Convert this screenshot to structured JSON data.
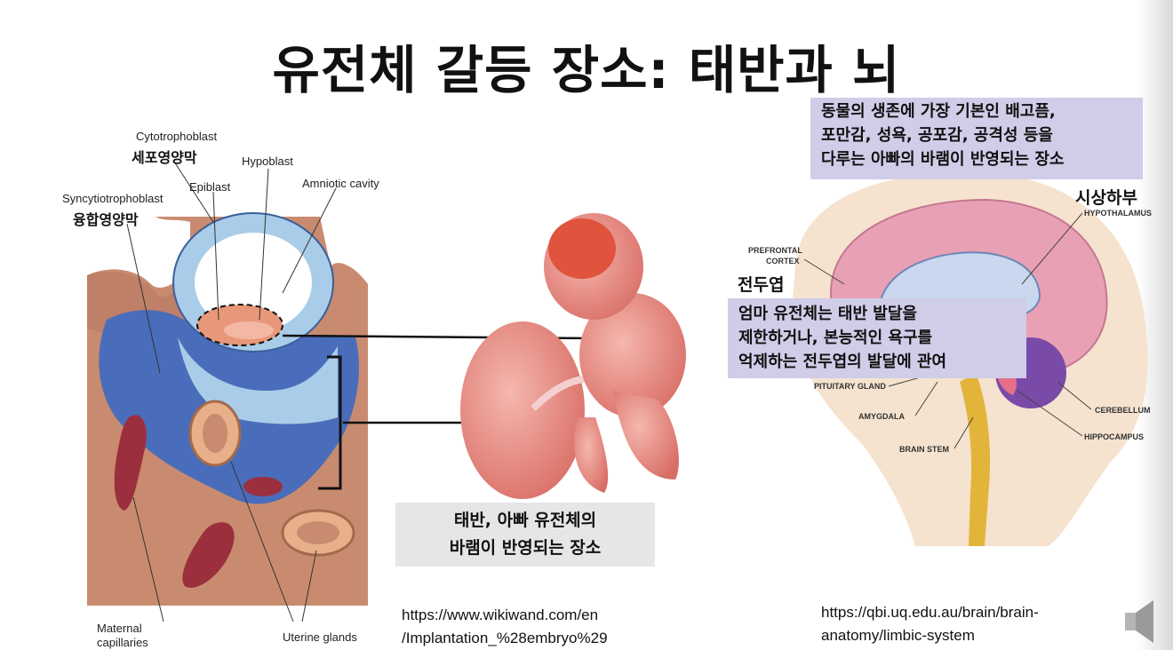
{
  "title": "유전체 갈등 장소: 태반과 뇌",
  "left_figure": {
    "labels": {
      "cytotrophoblast": "Cytotrophoblast",
      "cytotrophoblast_ko": "세포영양막",
      "hypoblast": "Hypoblast",
      "epiblast": "Epiblast",
      "amniotic_cavity": "Amniotic cavity",
      "syncytiotrophoblast": "Syncytiotrophoblast",
      "syncytiotrophoblast_ko": "융합영양막",
      "maternal_capillaries_1": "Maternal",
      "maternal_capillaries_2": "capillaries",
      "uterine_glands": "Uterine glands"
    },
    "source_line1": "https://www.wikiwand.com/en",
    "source_line2": "/Implantation_%28embryo%29"
  },
  "placenta_box": {
    "line1": "태반, 아빠 유전체의",
    "line2": "바램이 반영되는 장소"
  },
  "brain_figure": {
    "top_box": {
      "line1": "동물의 생존에 가장 기본인 배고픔,",
      "line2": "포만감, 성욕, 공포감, 공격성 등을",
      "line3": "다루는 아빠의 바램이 반영되는 장소"
    },
    "hypothalamus_ko": "시상하부",
    "hypothalamus": "HYPOTHALAMUS",
    "prefrontal_1": "PREFRONTAL",
    "prefrontal_2": "CORTEX",
    "prefrontal_ko": "전두엽",
    "mid_box": {
      "line1": "엄마 유전체는 태반 발달을",
      "line2": "제한하거나, 본능적인 욕구를",
      "line3": "억제하는 전두엽의 발달에 관여"
    },
    "pituitary": "PITUITARY GLAND",
    "amygdala": "AMYGDALA",
    "brain_stem": "BRAIN STEM",
    "cerebellum": "CEREBELLUM",
    "hippocampus": "HIPPOCAMPUS",
    "source_line1": "https://qbi.uq.edu.au/brain/brain-",
    "source_line2": "anatomy/limbic-system"
  },
  "icons": {
    "speaker": "speaker-icon"
  },
  "colors": {
    "tissue": "#c98b6f",
    "maternal_blood": "#4a6dbb",
    "cytotroph": "#a9cde8",
    "capillary": "#9c2f3d",
    "fetus": "#e88a80",
    "box_grey": "#e6e6e6",
    "box_purple": "#cfcde8"
  }
}
